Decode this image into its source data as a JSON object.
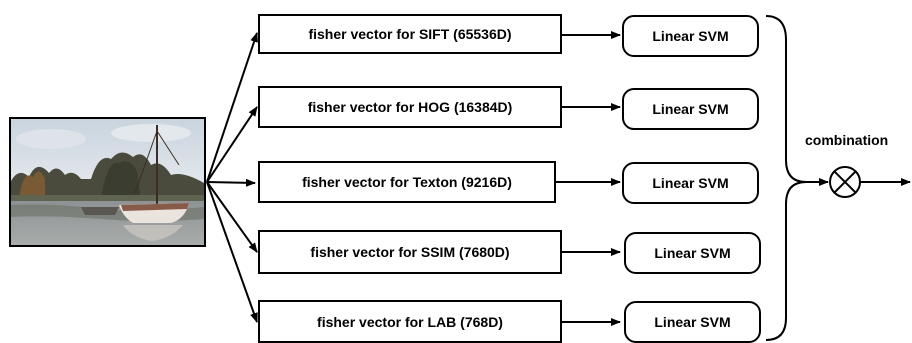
{
  "input_image": {
    "icon": "photo-riverside-boat"
  },
  "features": [
    {
      "label": "fisher vector for SIFT (65536D)"
    },
    {
      "label": "fisher vector for HOG (16384D)"
    },
    {
      "label": "fisher vector for Texton (9216D)"
    },
    {
      "label": "fisher vector for SSIM (7680D)"
    },
    {
      "label": "fisher vector for LAB (768D)"
    }
  ],
  "classifiers": [
    {
      "label": "Linear SVM"
    },
    {
      "label": "Linear SVM"
    },
    {
      "label": "Linear SVM"
    },
    {
      "label": "Linear SVM"
    },
    {
      "label": "Linear SVM"
    }
  ],
  "combination": {
    "label": "combination",
    "icon": "circle-cross-operator"
  },
  "colors": {
    "stroke": "#000000",
    "background": "#ffffff"
  }
}
